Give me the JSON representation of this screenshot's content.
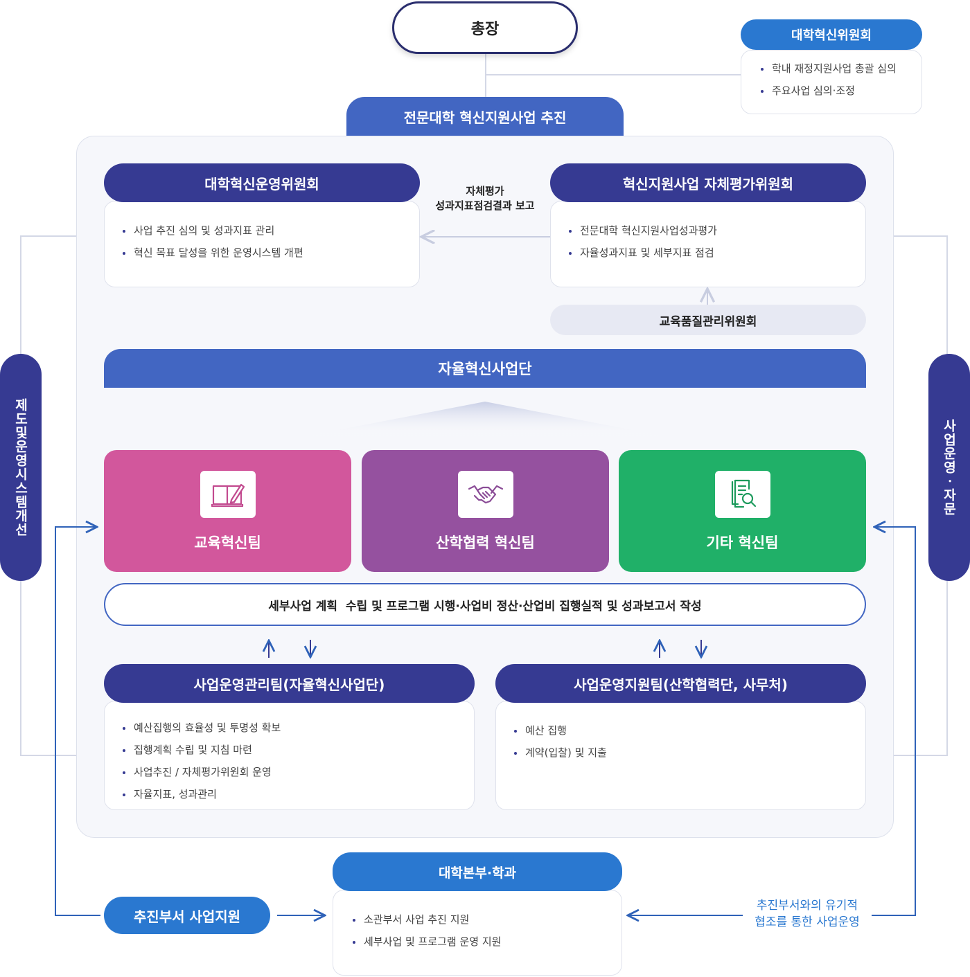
{
  "top": {
    "president": "총장"
  },
  "innovation_committee": {
    "title": "대학혁신위원회",
    "items": [
      "학내 재정지원사업 총괄 심의",
      "주요사업 심의·조정"
    ]
  },
  "banner": {
    "title": "전문대학 혁신지원사업 추진"
  },
  "operation_committee": {
    "title": "대학혁신운영위원회",
    "items": [
      "사업 추진 심의 및 성과지표 관리",
      "혁신 목표 달성을 위한 운영시스템 개편"
    ]
  },
  "report_label": {
    "line1": "자체평가",
    "line2": "성과지표점검결과 보고"
  },
  "evaluation_committee": {
    "title": "혁신지원사업 자체평가위원회",
    "items": [
      "전문대학 혁신지원사업성과평가",
      "자율성과지표 및 세부지표 점검"
    ]
  },
  "quality_committee": {
    "title": "교육품질관리위원회"
  },
  "autonomy_group": {
    "title": "자율혁신사업단"
  },
  "teams": [
    {
      "label": "교육혁신팀",
      "icon": "book-pen-icon",
      "color": "#d2579c"
    },
    {
      "label": "산학협력 혁신팀",
      "icon": "handshake-icon",
      "color": "#95519f"
    },
    {
      "label": "기타 혁신팀",
      "icon": "document-search-icon",
      "color": "#20b068"
    }
  ],
  "tasks": {
    "text": "세부사업 계획  수립 및 프로그램 시행·사업비 정산·산업비 집행실적 및 성과보고서 작성"
  },
  "mgmt_team": {
    "title": "사업운영관리팀(자율혁신사업단)",
    "items": [
      "예산집행의 효율성 및 투명성 확보",
      "집행계획 수립 및 지침 마련",
      "사업추진 / 자체평가위원회 운영",
      "자율지표, 성과관리"
    ]
  },
  "support_team": {
    "title": "사업운영지원팀(산학협력단, 사무처)",
    "items": [
      "예산 집행",
      "계약(입찰) 및 지출"
    ]
  },
  "side_left": {
    "text": "제도및운영시스템개선"
  },
  "side_right": {
    "text": "사업운영ㆍ자문"
  },
  "hq": {
    "title": "대학본부·학과",
    "items": [
      "소관부서 사업 추진 지원",
      "세부사업 및 프로그램 운영 지원"
    ]
  },
  "promo_support": {
    "label": "추진부서 사업지원"
  },
  "coop_label": {
    "line1": "추진부서와의 유기적",
    "line2": "협조를 통한 사업운영"
  },
  "colors": {
    "navy": "#363a92",
    "blue": "#2a78d0",
    "banner": "#4266c2",
    "line": "#d4d8e6",
    "arrow": "#2f62b8"
  }
}
